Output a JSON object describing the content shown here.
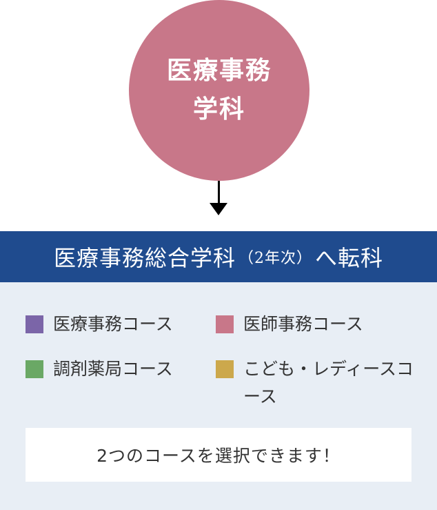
{
  "source": {
    "line1": "医療事務",
    "line2": "学科",
    "color": "#c87789"
  },
  "target": {
    "main": "医療事務総合学科",
    "paren": "（2年次）",
    "suffix": "へ転科",
    "color": "#1f4b8e"
  },
  "courses": [
    {
      "label": "医療事務コース",
      "color": "#7b65a8"
    },
    {
      "label": "医師事務コース",
      "color": "#c87789"
    },
    {
      "label": "調剤薬局コース",
      "color": "#6aa865"
    },
    {
      "label": "こども・レディースコース",
      "color": "#cca84c"
    }
  ],
  "note": "2つのコースを選択できます！"
}
